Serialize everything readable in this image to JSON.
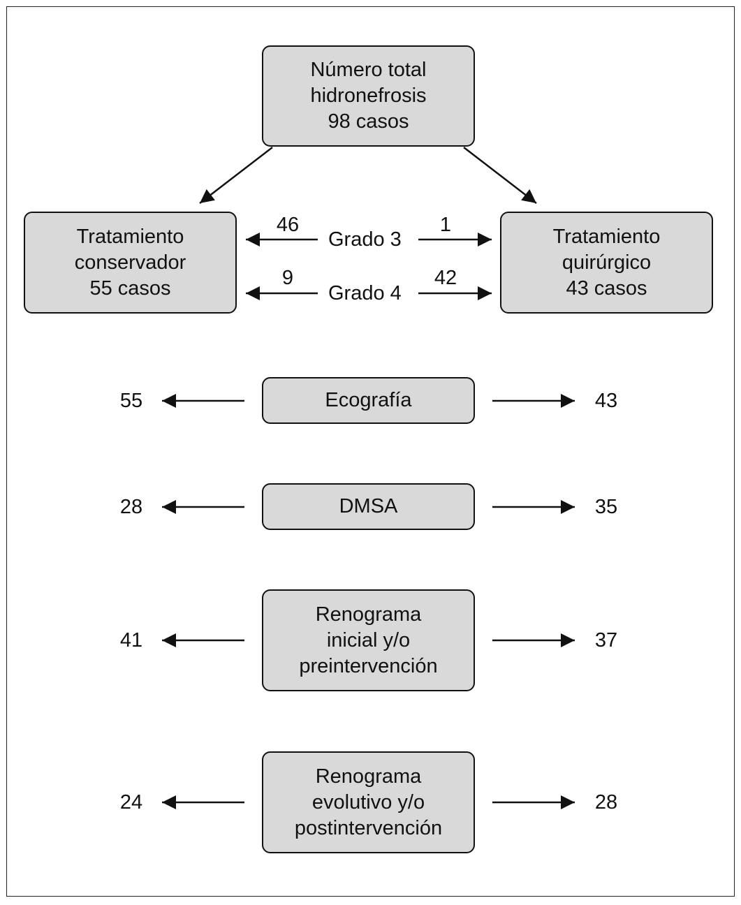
{
  "top": {
    "line1": "Número total",
    "line2": "hidronefrosis",
    "line3": "98 casos"
  },
  "left": {
    "line1": "Tratamiento",
    "line2": "conservador",
    "line3": "55 casos"
  },
  "right": {
    "line1": "Tratamiento",
    "line2": "quirúrgico",
    "line3": "43 casos"
  },
  "grades": [
    {
      "label": "Grado 3",
      "left_count": "46",
      "right_count": "1"
    },
    {
      "label": "Grado 4",
      "left_count": "9",
      "right_count": "42"
    }
  ],
  "studies": [
    {
      "lines": [
        "Ecografía"
      ],
      "left_count": "55",
      "right_count": "43"
    },
    {
      "lines": [
        "DMSA"
      ],
      "left_count": "28",
      "right_count": "35"
    },
    {
      "lines": [
        "Renograma",
        "inicial y/o",
        "preintervención"
      ],
      "left_count": "41",
      "right_count": "37"
    },
    {
      "lines": [
        "Renograma",
        "evolutivo y/o",
        "postintervención"
      ],
      "left_count": "24",
      "right_count": "28"
    }
  ]
}
